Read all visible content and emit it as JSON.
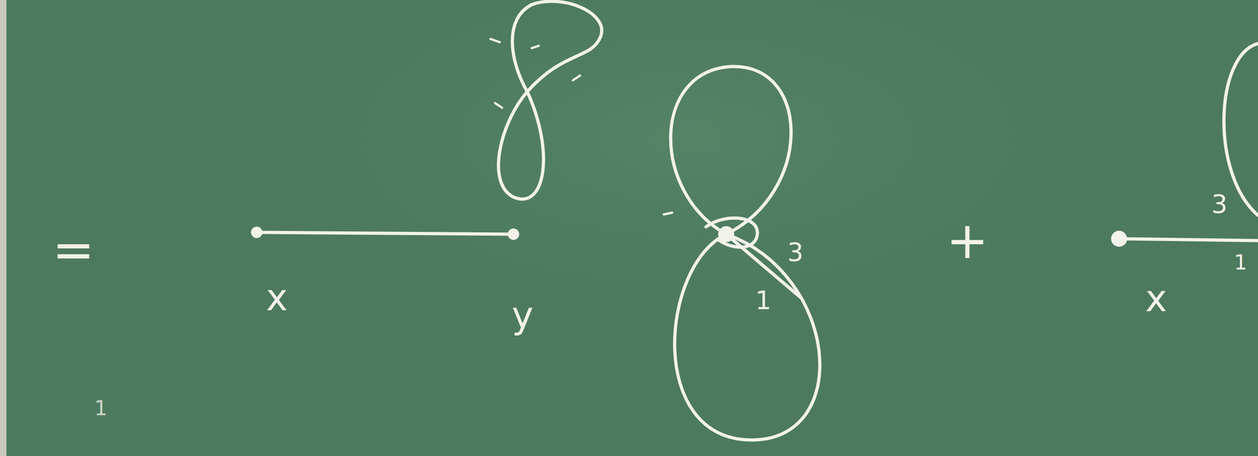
{
  "diagram": {
    "labels": [
      "=",
      "x",
      "y",
      "3",
      "1",
      "+",
      "3",
      "1",
      "x",
      "1"
    ]
  }
}
